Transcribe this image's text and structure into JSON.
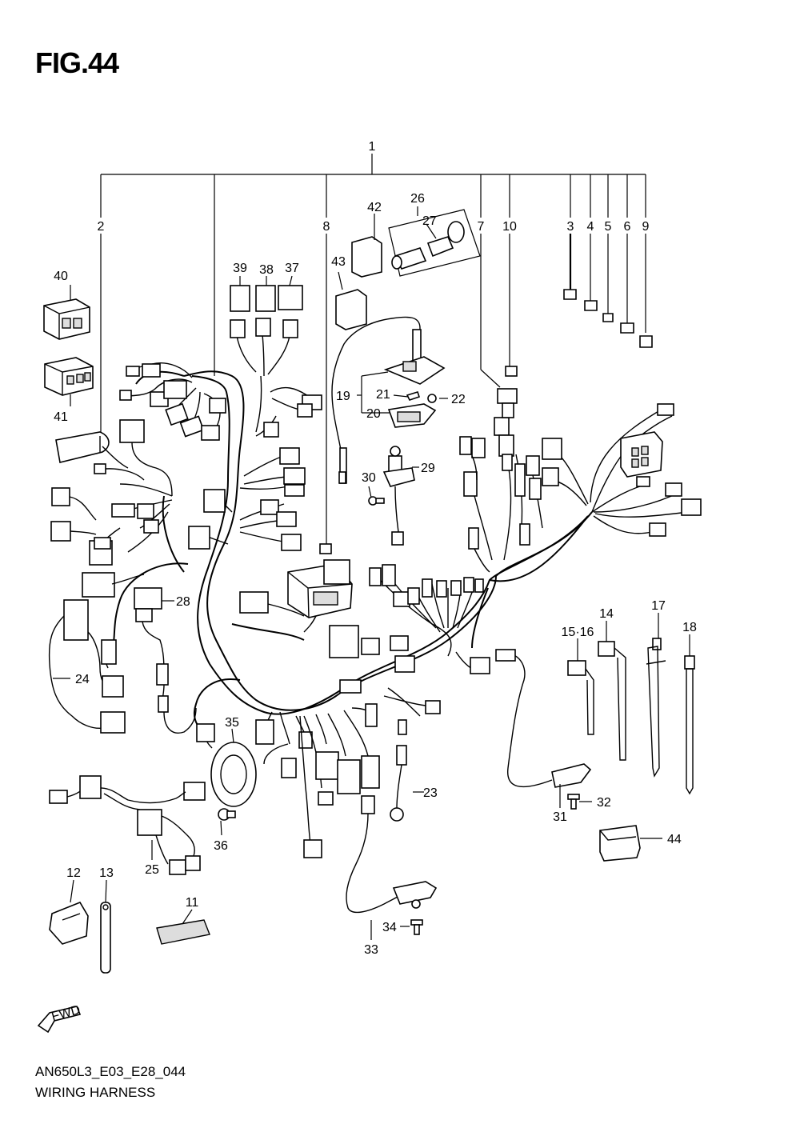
{
  "figure": {
    "title": "FIG.44"
  },
  "footer": {
    "code": "AN650L3_E03_E28_044",
    "name": "WIRING HARNESS"
  },
  "fwd_label": "FWD",
  "callouts": [
    "1",
    "2",
    "3",
    "4",
    "5",
    "6",
    "7",
    "8",
    "9",
    "10",
    "11",
    "12",
    "13",
    "14",
    "15·16",
    "17",
    "18",
    "19",
    "20",
    "21",
    "22",
    "23",
    "24",
    "25",
    "26",
    "27",
    "28",
    "29",
    "30",
    "31",
    "32",
    "33",
    "34",
    "35",
    "36",
    "37",
    "38",
    "39",
    "40",
    "41",
    "42",
    "43",
    "44"
  ]
}
